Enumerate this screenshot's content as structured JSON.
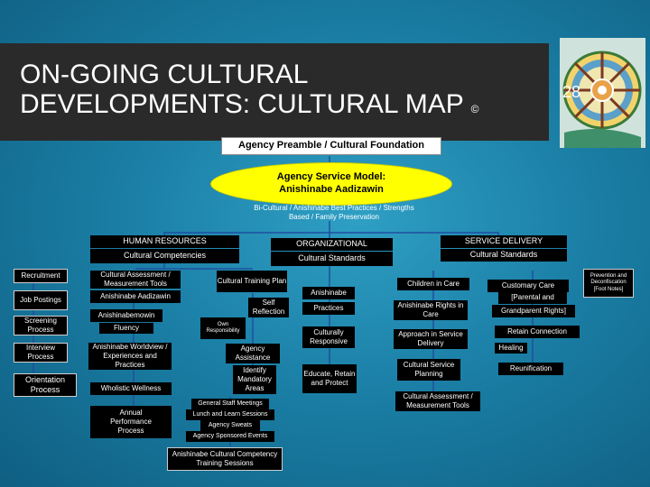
{
  "slide": {
    "title_line1": "ON-GOING CULTURAL",
    "title_line2": "DEVELOPMENTS: CULTURAL MAP",
    "copyright": "©",
    "number": "28"
  },
  "map": {
    "foundation": "Agency Preamble / Cultural Foundation",
    "service_model": "Agency Service Model: Anishinabe Aadizawin",
    "service_model_sub": "Bi-Cultural / Anishinabe Best Practices / Strengths Based / Family Preservation",
    "human_resources": {
      "header": "HUMAN RESOURCES",
      "subheader": "Cultural Competencies",
      "stages": [
        "Recruitment",
        "Job Postings",
        "Screening Process",
        "Interview Process",
        "Orientation Process"
      ],
      "competencies": [
        "Cultural Assessment / Measurement Tools",
        "Anishinabe Aadizawin",
        "Anishinabemowin",
        "Fluency",
        "Anishinabe Worldview / Experiences and Practices",
        "Wholistic Wellness",
        "Annual Performance Process"
      ],
      "training": [
        "Cultural Training Plan",
        "Self Reflection",
        "Own Responsibility",
        "Agency Assistance",
        "Identify Mandatory Areas"
      ],
      "sessions": [
        "General Staff Meetings",
        "Lunch and Learn Sessions",
        "Agency Sweats",
        "Agency Sponsored Events"
      ],
      "competency_sessions": "Anishinabe Cultural Competency Training Sessions"
    },
    "organizational": {
      "header": "ORGANIZATIONAL",
      "subheader": "Cultural Standards",
      "items": [
        "Anishinabe",
        "Practices",
        "Culturally Responsive",
        "Educate, Retain and Protect"
      ]
    },
    "service_delivery": {
      "header": "SERVICE DELIVERY",
      "subheader": "Cultural Standards",
      "children": [
        "Children in Care",
        "Anishinabe Rights in Care",
        "Approach in Service Delivery",
        "Cultural Service Planning",
        "Cultural Assessment / Measurement Tools"
      ],
      "care": [
        "Customary Care",
        "[Parental and",
        "Grandparent Rights]",
        "Retain Connection",
        "Healing",
        "Reunification"
      ],
      "prevention": "Prevention and Deconfiscation [Foot Notes]"
    }
  }
}
